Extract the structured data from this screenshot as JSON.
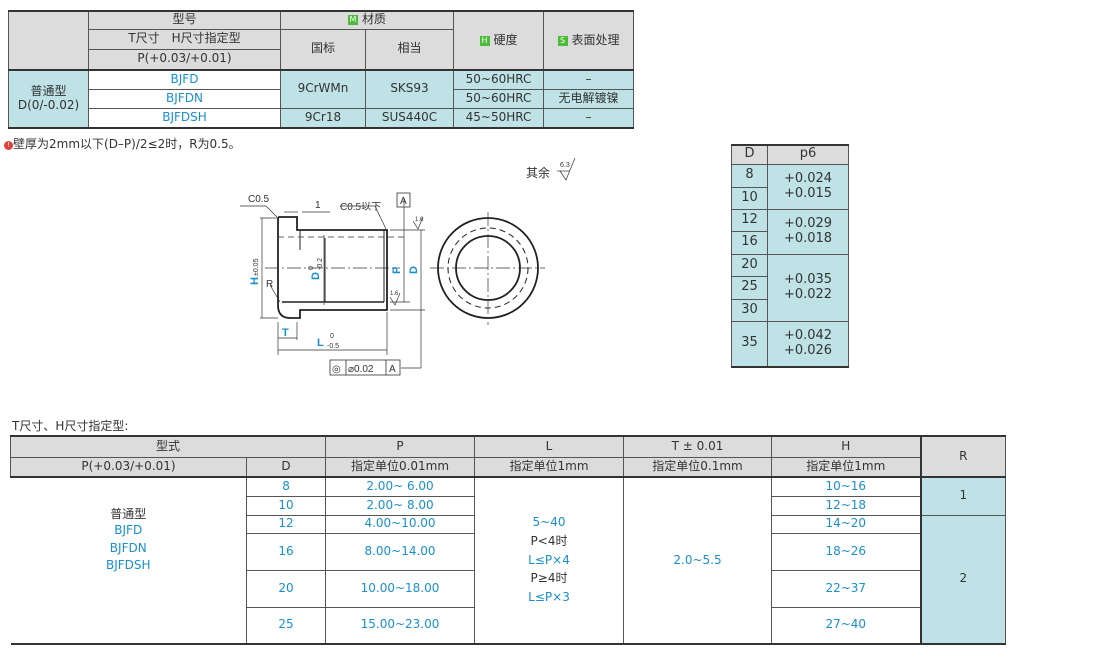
{
  "top_table": {
    "h_model": "型号",
    "h_material": "材质",
    "h_model_sub": "T尺寸　H尺寸指定型",
    "h_gb": "国标",
    "h_equiv": "相当",
    "h_hardness": "硬度",
    "h_surface": "表面处理",
    "h_p_tol": "P(+0.03/+0.01)",
    "badge_m": "M",
    "badge_h": "H",
    "badge_s": "S",
    "row_type": "普通型",
    "row_tol": "D(0/-0.02)",
    "rows": [
      {
        "model": "BJFD",
        "gb": "9CrWMn",
        "equiv": "SKS93",
        "hardness": "50~60HRC",
        "surface": "–"
      },
      {
        "model": "BJFDN",
        "hardness": "50~60HRC",
        "surface": "无电解镀镍"
      },
      {
        "model": "BJFDSH",
        "gb": "9Cr18",
        "equiv": "SUS440C",
        "hardness": "45~50HRC",
        "surface": "–"
      }
    ]
  },
  "note": "壁厚为2mm以下(D–P)/2≤2时，R为0.5。",
  "drawing": {
    "roughness_rest": "其余",
    "rough_63": "6.3",
    "rough_16": "1.6",
    "c05": "C0.5",
    "c05_below": "C0.5以下",
    "dim_1": "1",
    "datum": "A",
    "H": "H",
    "H_tol": "±0.05",
    "R": "R",
    "D_flange": "D",
    "D_flange_tol_up": "0",
    "D_flange_tol_low": "-0.2",
    "P": "P",
    "D": "D",
    "T": "T",
    "L": "L",
    "L_tol_up": "0",
    "L_tol_low": "-0.5",
    "gdt_symbol": "◎",
    "gdt_value": "⌀0.02",
    "gdt_datum": "A"
  },
  "p6_table": {
    "h_d": "D",
    "h_p6": "p6",
    "groups": [
      {
        "d": [
          "8",
          "10"
        ],
        "upper": "+0.024",
        "lower": "+0.015"
      },
      {
        "d": [
          "12",
          "16"
        ],
        "upper": "+0.029",
        "lower": "+0.018"
      },
      {
        "d": [
          "20",
          "25",
          "30"
        ],
        "upper": "+0.035",
        "lower": "+0.022"
      },
      {
        "d": [
          "35"
        ],
        "upper": "+0.042",
        "lower": "+0.026"
      }
    ]
  },
  "bottom_title": "T尺寸、H尺寸指定型:",
  "bottom_table": {
    "h_type": "型式",
    "h_p_tol": "P(+0.03/+0.01)",
    "h_d": "D",
    "h_p": "P",
    "h_p_unit": "指定单位0.01mm",
    "h_l": "L",
    "h_l_unit": "指定单位1mm",
    "h_t": "T ± 0.01",
    "h_t_unit": "指定单位0.1mm",
    "h_h": "H",
    "h_h_unit": "指定单位1mm",
    "h_r": "R",
    "type_name": "普通型",
    "models": [
      "BJFD",
      "BJFDN",
      "BJFDSH"
    ],
    "rows": [
      {
        "d": "8",
        "p": "2.00~ 6.00",
        "h": "10~16"
      },
      {
        "d": "10",
        "p": "2.00~ 8.00",
        "h": "12~18"
      },
      {
        "d": "12",
        "p": "4.00~10.00",
        "h": "14~20"
      },
      {
        "d": "16",
        "p": "8.00~14.00",
        "h": "18~26"
      },
      {
        "d": "20",
        "p": "10.00~18.00",
        "h": "22~37"
      },
      {
        "d": "25",
        "p": "15.00~23.00",
        "h": "27~40"
      }
    ],
    "l_lines": [
      "5~40",
      "P<4时",
      "L≤P×4",
      "P≥4时",
      "L≤P×3"
    ],
    "t_range": "2.0~5.5",
    "r_values": [
      "1",
      "2"
    ]
  }
}
